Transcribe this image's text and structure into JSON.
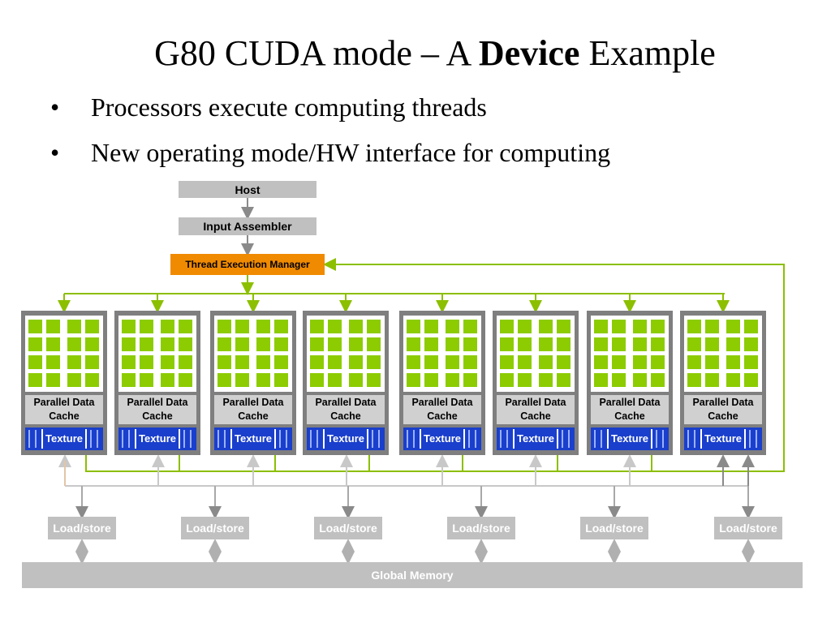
{
  "slide": {
    "title_pre": "G80 CUDA mode – A ",
    "title_bold": "Device",
    "title_post": " Example",
    "bullet_char": "•",
    "bullets": [
      "Processors execute computing threads",
      "New operating mode/HW interface for computing"
    ]
  },
  "diagram": {
    "host": "Host",
    "input_assembler": "Input Assembler",
    "thread_execution_manager": "Thread Execution Manager",
    "global_memory": "Global Memory",
    "colors": {
      "processor": "#8ccc00",
      "thread_manager": "#f08a00",
      "texture": "#1a3fcc",
      "control_wire": "#8cbf00",
      "gray_box": "#c0c0c0"
    },
    "multiprocessors": [
      {
        "cache": "Parallel Data\nCache",
        "texture": "Texture"
      },
      {
        "cache": "Parallel Data\nCache",
        "texture": "Texture"
      },
      {
        "cache": "Parallel Data\nCache",
        "texture": "Texture"
      },
      {
        "cache": "Parallel Data\nCache",
        "texture": "Texture"
      },
      {
        "cache": "Parallel Data\nCache",
        "texture": "Texture"
      },
      {
        "cache": "Parallel Data\nCache",
        "texture": "Texture"
      },
      {
        "cache": "Parallel Data\nCache",
        "texture": "Texture"
      },
      {
        "cache": "Parallel Data\nCache",
        "texture": "Texture"
      }
    ],
    "load_store": [
      "Load/store",
      "Load/store",
      "Load/store",
      "Load/store",
      "Load/store",
      "Load/store"
    ]
  }
}
